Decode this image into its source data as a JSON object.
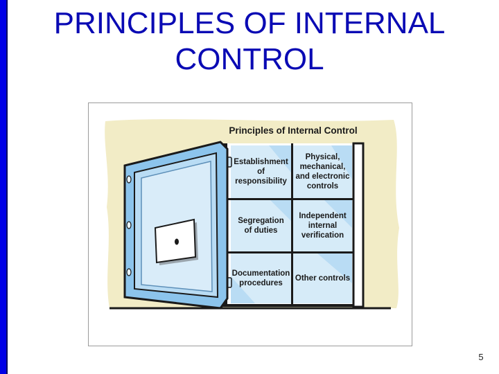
{
  "slide": {
    "title": "PRINCIPLES OF INTERNAL CONTROL",
    "page_number": "5"
  },
  "figure": {
    "heading": "Principles of Internal Control",
    "cells": [
      "Establishment\nof\nresponsibility",
      "Physical,\nmechanical,\nand electronic\ncontrols",
      "Segregation\nof duties",
      "Independent\ninternal\nverification",
      "Documentation\nprocedures",
      "Other controls"
    ]
  },
  "colors": {
    "accent_bar": "#0000e6",
    "title": "#0a0ab4",
    "wall": "#f2ecc6",
    "door_blue": "#8cc4ec"
  }
}
